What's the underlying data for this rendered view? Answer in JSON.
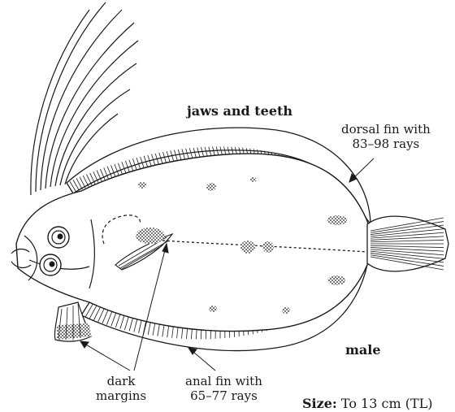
{
  "labels": {
    "jaws": "jaws and teeth",
    "dorsal_line1": "dorsal fin with",
    "dorsal_line2": "83–98 rays",
    "anal_line1": "anal fin with",
    "anal_line2": "65–77 rays",
    "dark_line1": "dark",
    "dark_line2": "margins",
    "male": "male",
    "size_key": "Size:",
    "size_value": " To 13 cm (TL)"
  },
  "colors": {
    "ink": "#1a1a1a",
    "paper": "#ffffff"
  }
}
